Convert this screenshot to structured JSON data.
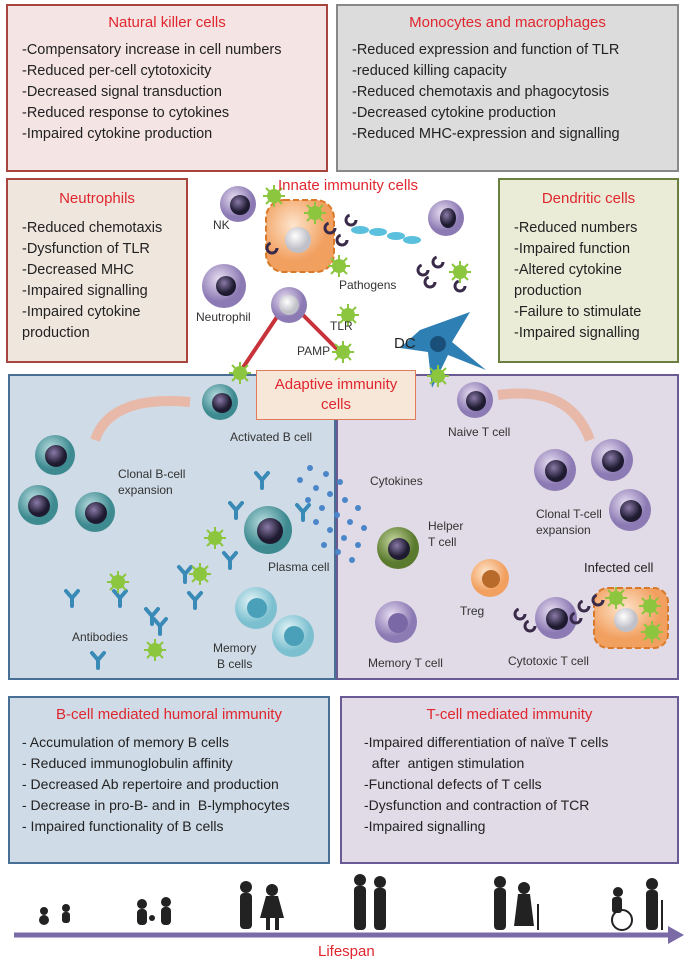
{
  "innate": {
    "nk": {
      "title": "Natural killer cells",
      "items": [
        "-Compensatory increase in cell numbers",
        "-Reduced per-cell cytotoxicity",
        "-Decreased signal transduction",
        "-Reduced response to cytokines",
        "-Impaired cytokine production"
      ]
    },
    "mono": {
      "title": "Monocytes and macrophages",
      "items": [
        "-Reduced expression and function of TLR",
        "-reduced killing capacity",
        "-Reduced chemotaxis and phagocytosis",
        "-Decreased cytokine production",
        "-Reduced MHC-expression and signalling"
      ]
    },
    "neutro": {
      "title": "Neutrophils",
      "items": [
        "-Reduced chemotaxis",
        "-Dysfunction of TLR",
        "-Decreased MHC",
        "-Impaired signalling",
        "-Impaired cytokine",
        "production"
      ]
    },
    "dc": {
      "title": "Dendritic cells",
      "items": [
        "-Reduced numbers",
        "-Impaired function",
        "-Altered cytokine",
        "production",
        "-Failure to stimulate",
        "-Impaired signalling"
      ]
    }
  },
  "center": {
    "innate_title": "Innate immunity cells",
    "nk": "NK",
    "pathogens": "Pathogens",
    "neutrophil": "Neutrophil",
    "tlr": "TLR",
    "pamp": "PAMP",
    "dc": "DC",
    "adaptive_title": "Adaptive immunity\ncells"
  },
  "bcell": {
    "activated": "Activated B cell",
    "clonal": "Clonal B-cell\nexpansion",
    "plasma": "Plasma cell",
    "antibodies": "Antibodies",
    "memory": "Memory\nB cells"
  },
  "tcell": {
    "naive": "Naive T cell",
    "clonal": "Clonal T-cell\nexpansion",
    "cytokines": "Cytokines",
    "helper": "Helper\nT cell",
    "infected": "Infected cell",
    "treg": "Treg",
    "memory": "Memory T cell",
    "cytotoxic": "Cytotoxic T cell"
  },
  "humoral": {
    "title": "B-cell mediated humoral immunity",
    "items": [
      "- Accumulation of memory B cells",
      "- Reduced immunoglobulin affinity",
      "- Decreased Ab repertoire and production",
      "- Decrease in pro-B- and in  B-lymphocytes",
      "- Impaired functionality of B cells"
    ]
  },
  "tmed": {
    "title": "T-cell mediated immunity",
    "items": [
      "-Impaired differentiation of naïve T cells",
      "  after  antigen stimulation",
      "-Functional defects of T cells",
      "-Dysfunction and contraction of TCR",
      "-Impaired signalling"
    ]
  },
  "lifespan": "Lifespan",
  "colors": {
    "red": "#e0262e",
    "nk_bg": "#f4e4e4",
    "mono_bg": "#dcdcdc",
    "neutro_bg": "#efe6de",
    "dc_bg": "#eaecd8",
    "b_bg": "#cfdbe6",
    "t_bg": "#e0dbe6",
    "arrow": "#7a6aa6"
  }
}
